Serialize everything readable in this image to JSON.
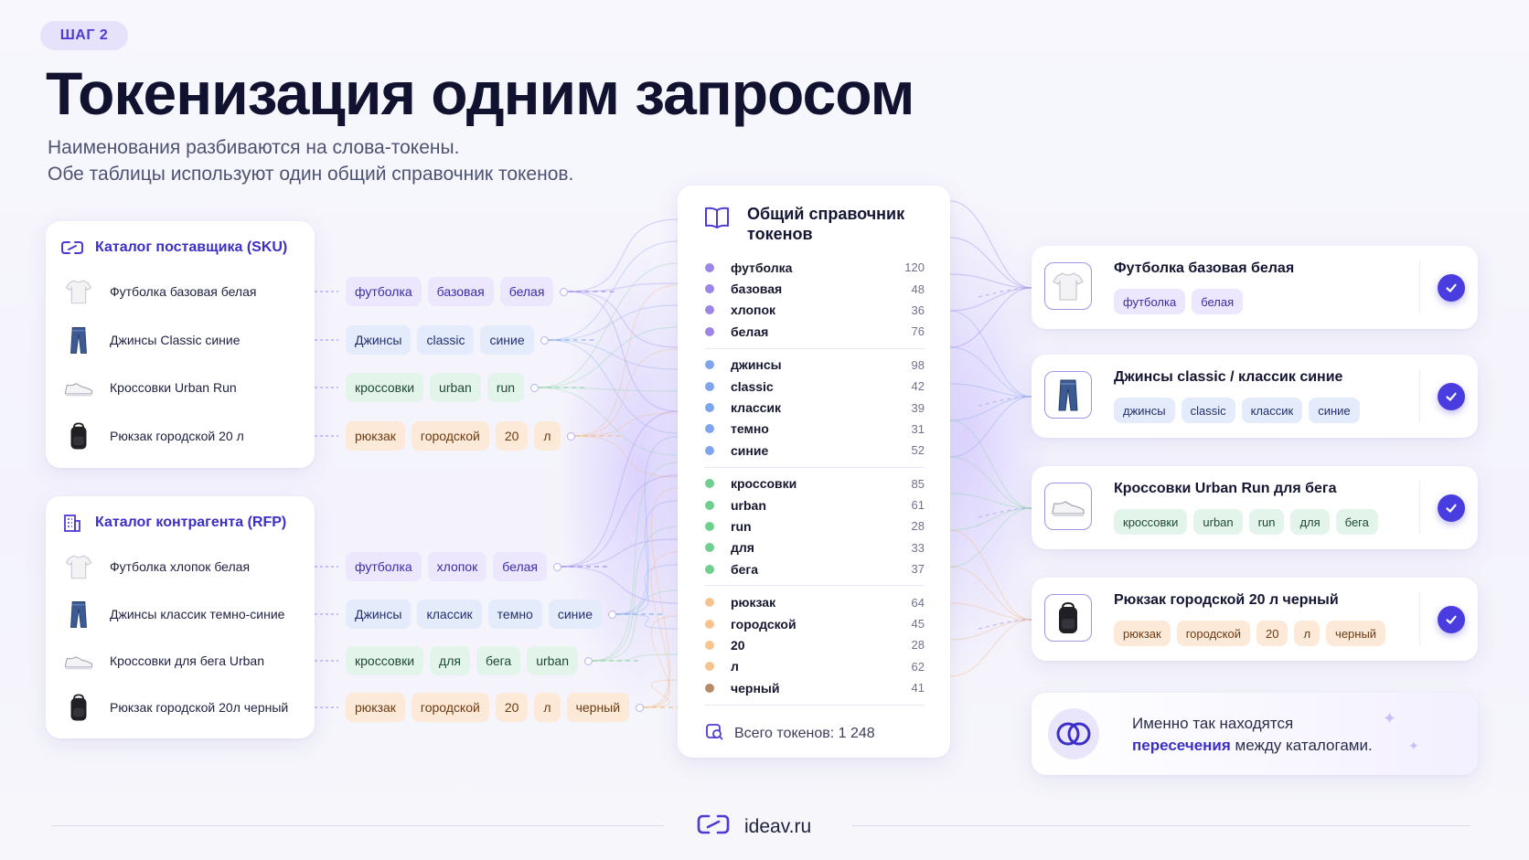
{
  "badge": "ШАГ 2",
  "title": "Токенизация одним запросом",
  "subtitle_line1": "Наименования разбиваются на слова-токены.",
  "subtitle_line2": "Обе таблицы используют один общий справочник токенов.",
  "colors": {
    "accent": "#4a3de0",
    "purple": "#9b86e8",
    "blue": "#7da6ef",
    "green": "#6fcf8e",
    "orange": "#f6c48f",
    "brown": "#b58a6a"
  },
  "supplier_catalog": {
    "title": "Каталог поставщика (SKU)",
    "icon": "link-icon",
    "rows": [
      {
        "label": "Футболка базовая белая",
        "icon": "tshirt-icon",
        "tokens": [
          "футболка",
          "базовая",
          "белая"
        ],
        "color": "purple"
      },
      {
        "label": "Джинсы Classic синие",
        "icon": "jeans-icon",
        "tokens": [
          "Джинсы",
          "classic",
          "синие"
        ],
        "color": "blue"
      },
      {
        "label": "Кроссовки Urban Run",
        "icon": "sneaker-icon",
        "tokens": [
          "кроссовки",
          "urban",
          "run"
        ],
        "color": "green"
      },
      {
        "label": "Рюкзак городской 20 л",
        "icon": "backpack-icon",
        "tokens": [
          "рюкзак",
          "городской",
          "20",
          "л"
        ],
        "color": "orange"
      }
    ]
  },
  "counterparty_catalog": {
    "title": "Каталог контрагента (RFP)",
    "icon": "building-icon",
    "rows": [
      {
        "label": "Футболка хлопок белая",
        "icon": "tshirt-icon",
        "tokens": [
          "футболка",
          "хлопок",
          "белая"
        ],
        "color": "purple"
      },
      {
        "label": "Джинсы классик темно-синие",
        "icon": "jeans-icon",
        "tokens": [
          "Джинсы",
          "классик",
          "темно",
          "синие"
        ],
        "color": "blue"
      },
      {
        "label": "Кроссовки для бега Urban",
        "icon": "sneaker-icon",
        "tokens": [
          "кроссовки",
          "для",
          "бега",
          "urban"
        ],
        "color": "green"
      },
      {
        "label": "Рюкзак городской 20л черный",
        "icon": "backpack-icon",
        "tokens": [
          "рюкзак",
          "городской",
          "20",
          "л",
          "черный"
        ],
        "color": "orange"
      }
    ]
  },
  "dictionary": {
    "title": "Общий справочник токенов",
    "icon": "book-icon",
    "groups": [
      {
        "color": "purple",
        "tokens": [
          {
            "word": "футболка",
            "count": "120"
          },
          {
            "word": "базовая",
            "count": "48"
          },
          {
            "word": "хлопок",
            "count": "36"
          },
          {
            "word": "белая",
            "count": "76"
          }
        ]
      },
      {
        "color": "blue",
        "tokens": [
          {
            "word": "джинсы",
            "count": "98"
          },
          {
            "word": "classic",
            "count": "42"
          },
          {
            "word": "классик",
            "count": "39"
          },
          {
            "word": "темно",
            "count": "31"
          },
          {
            "word": "синие",
            "count": "52"
          }
        ]
      },
      {
        "color": "green",
        "tokens": [
          {
            "word": "кроссовки",
            "count": "85"
          },
          {
            "word": "urban",
            "count": "61"
          },
          {
            "word": "run",
            "count": "28"
          },
          {
            "word": "для",
            "count": "33"
          },
          {
            "word": "бега",
            "count": "37"
          }
        ]
      },
      {
        "color": "orange",
        "tokens": [
          {
            "word": "рюкзак",
            "count": "64"
          },
          {
            "word": "городской",
            "count": "45"
          },
          {
            "word": "20",
            "count": "28"
          },
          {
            "word": "л",
            "count": "62"
          },
          {
            "word": "черный",
            "count": "41",
            "color": "brown"
          }
        ]
      }
    ],
    "total": "Всего токенов: 1 248"
  },
  "results": [
    {
      "title": "Футболка базовая белая",
      "icon": "tshirt-icon",
      "tokens": [
        "футболка",
        "белая"
      ],
      "color": "purple"
    },
    {
      "title": "Джинсы classic / классик синие",
      "icon": "jeans-icon",
      "tokens": [
        "джинсы",
        "classic",
        "классик",
        "синие"
      ],
      "color": "blue"
    },
    {
      "title": "Кроссовки Urban Run для бега",
      "icon": "sneaker-icon",
      "tokens": [
        "кроссовки",
        "urban",
        "run",
        "для",
        "бега"
      ],
      "color": "green"
    },
    {
      "title": "Рюкзак городской 20 л черный",
      "icon": "backpack-icon",
      "tokens": [
        "рюкзак",
        "городской",
        "20",
        "л",
        "черный"
      ],
      "color": "orange"
    }
  ],
  "info": {
    "line1": "Именно так находятся",
    "highlight": "пересечения",
    "line2_rest": " между каталогами."
  },
  "footer": {
    "site": "ideav.ru"
  }
}
